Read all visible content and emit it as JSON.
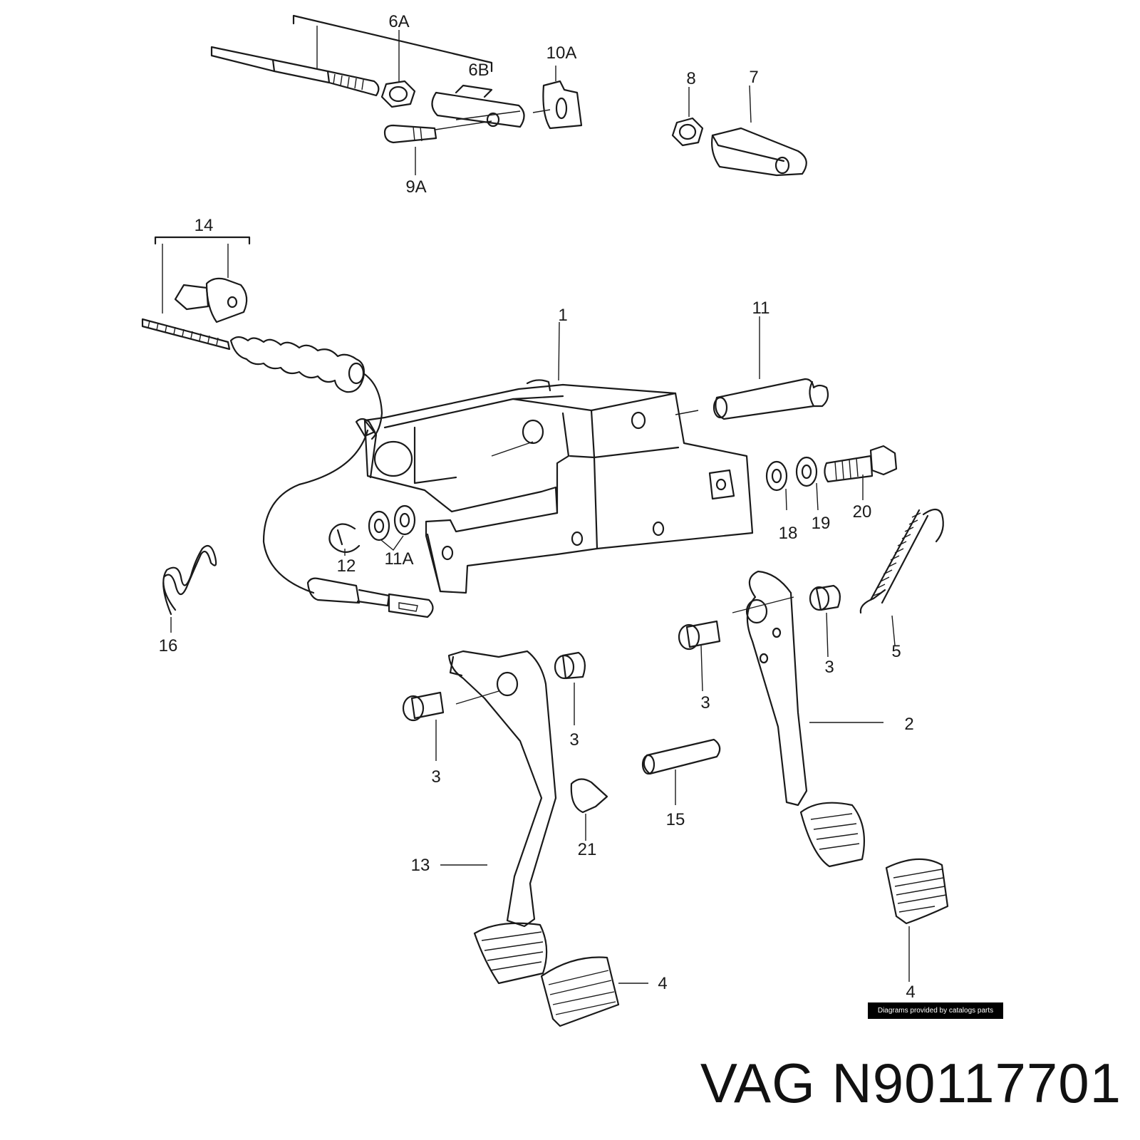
{
  "labels": {
    "l6a": "6A",
    "l6b": "6B",
    "l10a": "10A",
    "l9a": "9A",
    "l8": "8",
    "l7": "7",
    "l14": "14",
    "l1": "1",
    "l11": "11",
    "l18": "18",
    "l19": "19",
    "l20": "20",
    "l12": "12",
    "l11a": "11A",
    "l16": "16",
    "l5": "5",
    "l3a": "3",
    "l3b": "3",
    "l3c": "3",
    "l3d": "3",
    "l2": "2",
    "l15": "15",
    "l21": "21",
    "l13": "13",
    "l4a": "4",
    "l4b": "4"
  },
  "credit": "Diagrams provided by catalogs parts",
  "caption": "VAG N90117701"
}
